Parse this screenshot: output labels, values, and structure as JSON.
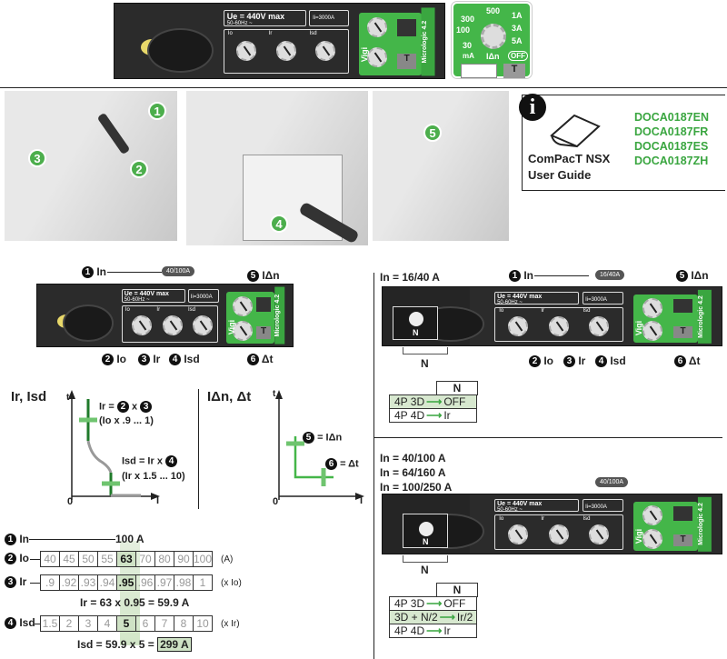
{
  "trip_unit": {
    "ue": "Ue = 440V max",
    "hz": "50-60Hz ~",
    "ii": "Ii=3000A",
    "io": "Io",
    "ir": "Ir",
    "isd": "Isd",
    "vigi": "Vigi",
    "model": "Micrologic 4.2",
    "test": "T"
  },
  "callout": {
    "v300": "300",
    "v500": "500",
    "v1a": "1A",
    "v3a": "3A",
    "v5a": "5A",
    "v100": "100",
    "v30": "30",
    "ma": "mA",
    "idn": "IΔn",
    "off": "OFF"
  },
  "steps": [
    "1",
    "2",
    "3",
    "4",
    "5"
  ],
  "guide": {
    "title1": "ComPacT NSX",
    "title2": "User Guide",
    "docs": [
      "DOCA0187EN",
      "DOCA0187FR",
      "DOCA0187ES",
      "DOCA0187ZH"
    ],
    "info_icon": "i"
  },
  "left_unit": {
    "in_label": "In",
    "rating": "40/100A",
    "idn": "IΔn",
    "dt": "Δt",
    "io": "Io",
    "ir": "Ir",
    "isd": "Isd",
    "n1": "1",
    "n2": "2",
    "n3": "3",
    "n4": "4",
    "n5": "5",
    "n6": "6"
  },
  "graphs": {
    "g1_title": "Ir, Isd",
    "t": "t",
    "i": "I",
    "zero": "0",
    "ir_eq": "Ir =",
    "ir_x": "x",
    "ir_range": "(Io x .9 ... 1)",
    "isd_eq": "Isd = Ir x",
    "isd_range": "(Ir x 1.5 ... 10)",
    "g2_title": "IΔn, Δt",
    "idn_eq": "= IΔn",
    "dt_eq": "= Δt"
  },
  "settings": {
    "in_label": "In",
    "in_value": "100 A",
    "io_label": "Io",
    "io_values": [
      "40",
      "45",
      "50",
      "55",
      "63",
      "70",
      "80",
      "90",
      "100"
    ],
    "io_unit": "(A)",
    "io_selected": 4,
    "ir_label": "Ir",
    "ir_values": [
      ".9",
      ".92",
      ".93",
      ".94",
      ".95",
      ".96",
      ".97",
      ".98",
      "1"
    ],
    "ir_unit": "(x Io)",
    "ir_selected": 4,
    "ir_result": "Ir = 63 x 0.95 = 59.9 A",
    "isd_label": "Isd",
    "isd_values": [
      "1.5",
      "2",
      "3",
      "4",
      "5",
      "6",
      "7",
      "8",
      "10"
    ],
    "isd_unit": "(x Ir)",
    "isd_selected": 4,
    "isd_result_prefix": "Isd = 59.9 x 5 =",
    "isd_result": "299 A"
  },
  "right_top": {
    "in": "In = 16/40 A",
    "rating": "16/40A",
    "n": "N",
    "rows": [
      {
        "a": "4P 3D",
        "b": "OFF",
        "sel": true
      },
      {
        "a": "4P 4D",
        "b": "Ir",
        "sel": false
      }
    ]
  },
  "right_bottom": {
    "in1": "In = 40/100 A",
    "in2": "In = 64/160 A",
    "in3": "In = 100/250 A",
    "rating": "40/100A",
    "n": "N",
    "rows": [
      {
        "a": "4P 3D",
        "b": "OFF",
        "sel": false
      },
      {
        "a": "3D + N/2",
        "b": "Ir/2",
        "sel": true
      },
      {
        "a": "4P 4D",
        "b": "Ir",
        "sel": false
      }
    ]
  },
  "colors": {
    "green": "#44b649",
    "doc_green": "#3aa640",
    "highlight": "#cfe2c5"
  }
}
